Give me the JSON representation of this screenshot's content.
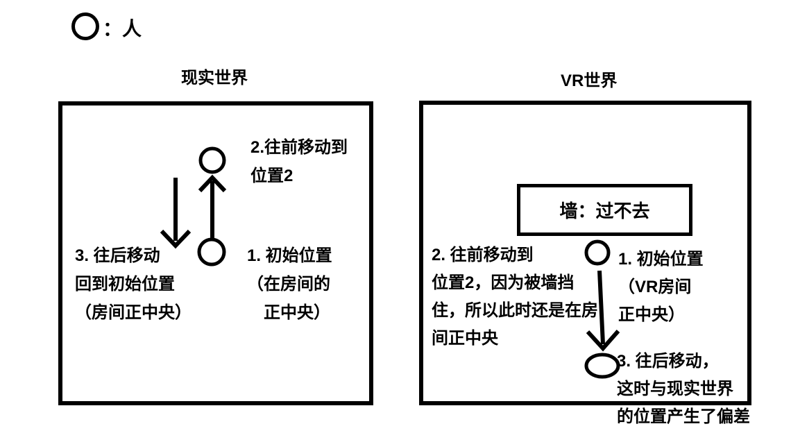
{
  "colors": {
    "ink": "#000000",
    "background": "#ffffff"
  },
  "legend": {
    "icon": "person-circle",
    "label": "：人"
  },
  "real_world": {
    "title": "现实世界",
    "steps": {
      "step1": "1. 初始位置\n（在房间的\n　正中央）",
      "step2": "2.往前移动到\n位置2",
      "step3": "3. 往后移动\n回到初始位置\n（房间正中央）"
    },
    "shapes": {
      "position2_person": "circle-outline",
      "initial_person": "circle-outline",
      "forward_arrow": "arrow-up",
      "backward_arrow": "arrow-down"
    }
  },
  "vr_world": {
    "title": "VR世界",
    "wall_label": "墙：过不去",
    "steps": {
      "step1": "1. 初始位置\n（VR房间\n正中央）",
      "step2": "2. 往前移动到\n位置2，因为被墙挡\n住，所以此时还是在房\n间正中央",
      "step3": "3. 往后移动，\n这时与现实世界\n的位置产生了偏差"
    },
    "shapes": {
      "initial_person": "circle-outline",
      "backward_arrow": "arrow-down",
      "offset_person": "ellipse-outline"
    }
  }
}
